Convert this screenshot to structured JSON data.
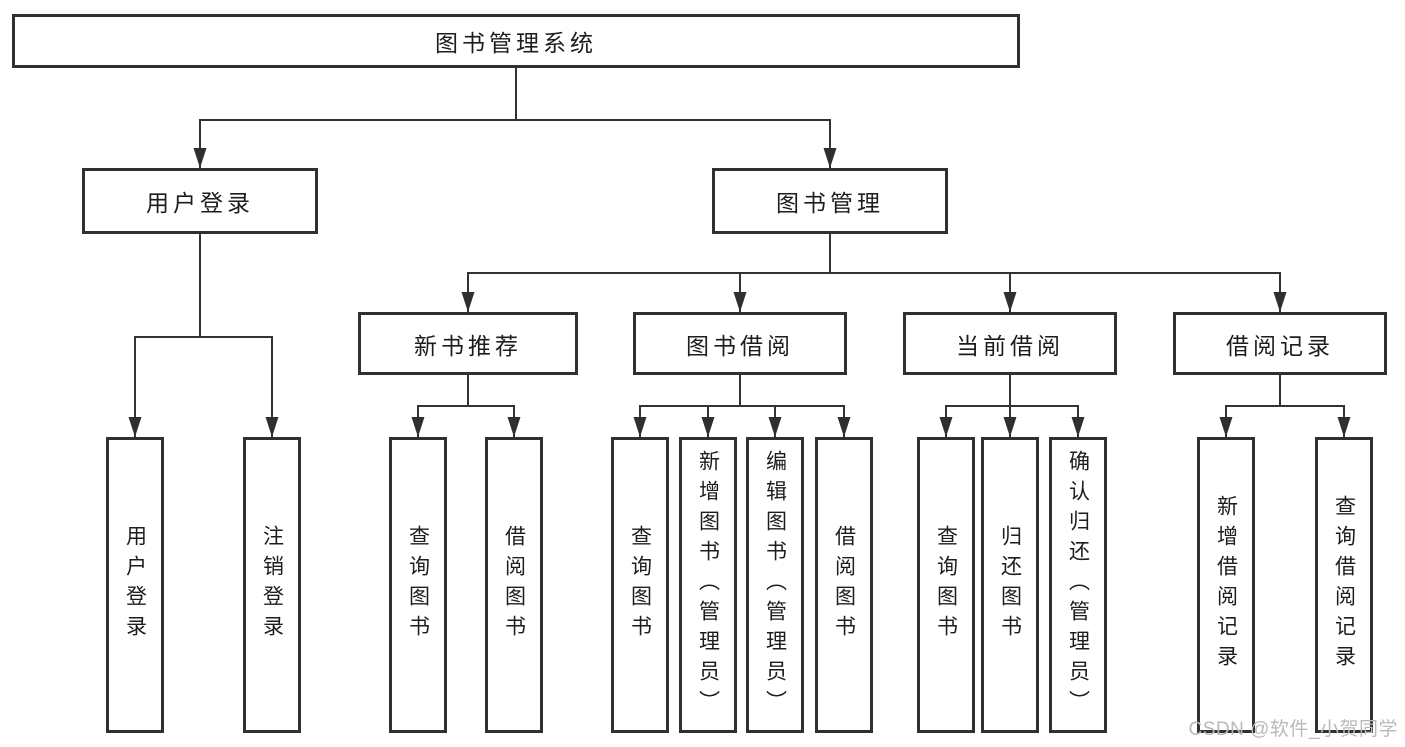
{
  "diagram": {
    "tree": {
      "label": "图书管理系统",
      "children": [
        {
          "label": "用户登录",
          "children": [
            {
              "label": "用户登录"
            },
            {
              "label": "注销登录"
            }
          ]
        },
        {
          "label": "图书管理",
          "children": [
            {
              "label": "新书推荐",
              "children": [
                {
                  "label": "查询图书"
                },
                {
                  "label": "借阅图书"
                }
              ]
            },
            {
              "label": "图书借阅",
              "children": [
                {
                  "label": "查询图书"
                },
                {
                  "label": "新增图书（管理员）"
                },
                {
                  "label": "编辑图书（管理员）"
                },
                {
                  "label": "借阅图书"
                }
              ]
            },
            {
              "label": "当前借阅",
              "children": [
                {
                  "label": "查询图书"
                },
                {
                  "label": "归还图书"
                },
                {
                  "label": "确认归还（管理员）"
                }
              ]
            },
            {
              "label": "借阅记录",
              "children": [
                {
                  "label": "新增借阅记录"
                },
                {
                  "label": "查询借阅记录"
                }
              ]
            }
          ]
        }
      ]
    }
  },
  "watermark": {
    "text": "CSDN @软件_小贺同学",
    "color": "#b9b9b9"
  },
  "colors": {
    "line": "#333333",
    "box_border": "#303030",
    "text": "#1d1d1d",
    "background": "#ffffff"
  }
}
